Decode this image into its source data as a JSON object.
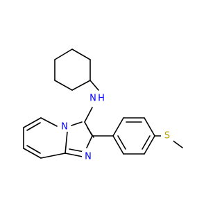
{
  "molecule": {
    "atoms": {
      "nh": {
        "symbol": "N",
        "suffix": "H",
        "color": "#0000ff"
      },
      "n_bridge": {
        "symbol": "N",
        "color": "#0000ff"
      },
      "n_ring": {
        "symbol": "N",
        "color": "#0000ff"
      },
      "s": {
        "symbol": "S",
        "color": "#b8a000"
      }
    },
    "bond_color": "#000000"
  }
}
